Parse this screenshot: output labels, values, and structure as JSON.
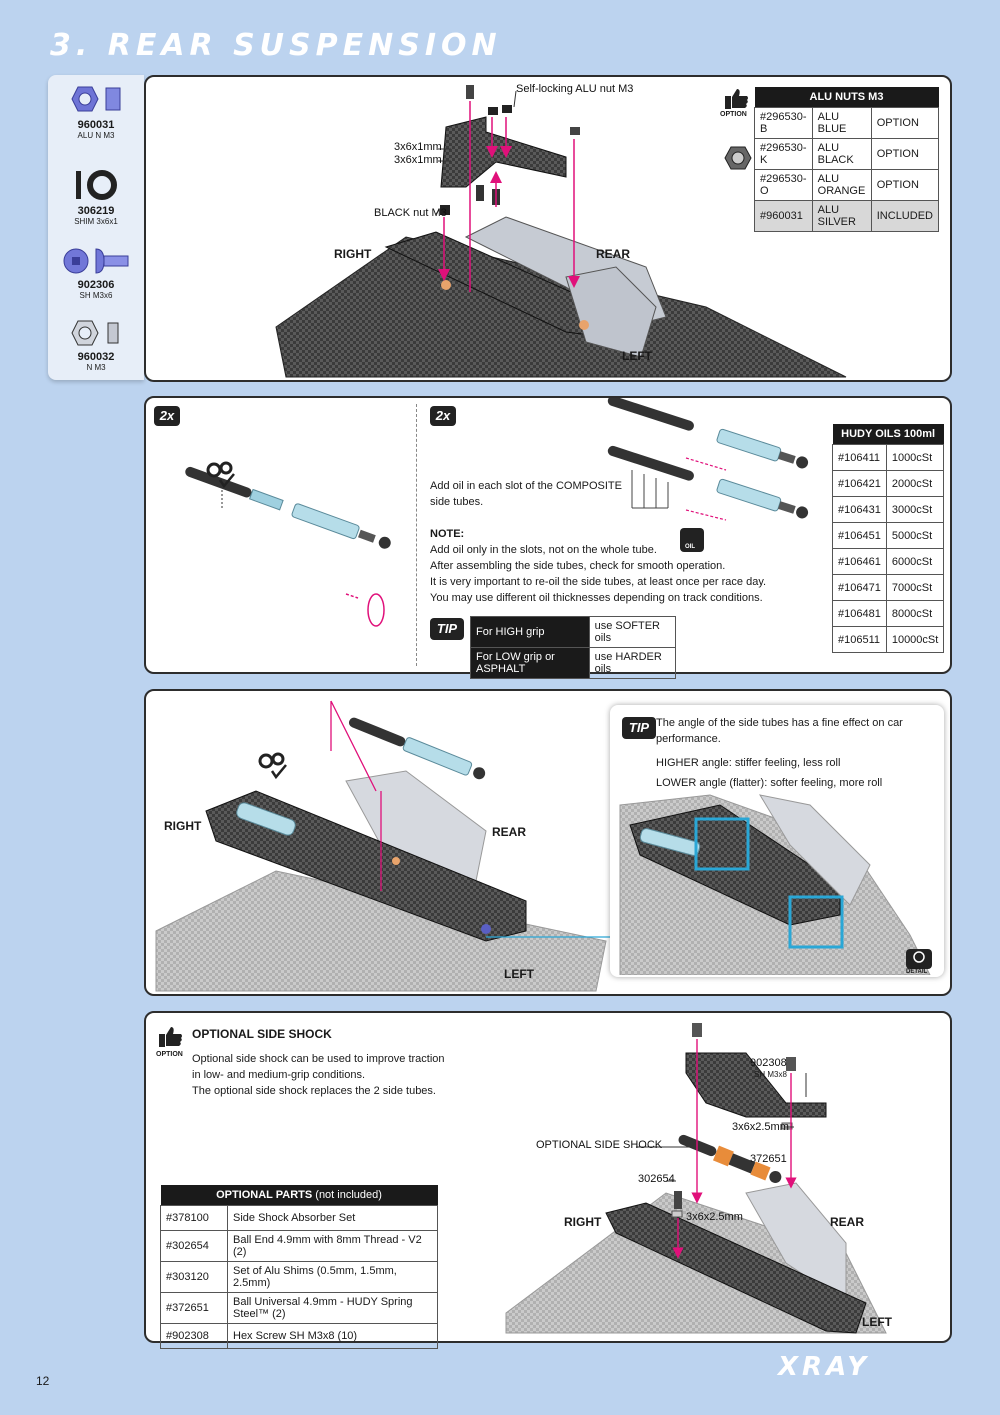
{
  "header": {
    "title": "3. REAR SUSPENSION"
  },
  "parts": [
    {
      "num": "960031",
      "name": "ALU N M3"
    },
    {
      "num": "306219",
      "name": "SHIM 3x6x1"
    },
    {
      "num": "902306",
      "name": "SH M3x6"
    },
    {
      "num": "960032",
      "name": "N M3"
    }
  ],
  "step1": {
    "label_nut": "Self-locking ALU nut M3",
    "label_shim_a": "3x6x1mm",
    "label_shim_b": "3x6x1mm",
    "label_black_nut": "BLACK nut M3",
    "right": "RIGHT",
    "rear": "REAR",
    "left": "LEFT",
    "option_word": "OPTION",
    "table": {
      "header": "ALU NUTS M3",
      "rows": [
        [
          "#296530-B",
          "ALU BLUE",
          "OPTION"
        ],
        [
          "#296530-K",
          "ALU BLACK",
          "OPTION"
        ],
        [
          "#296530-O",
          "ALU ORANGE",
          "OPTION"
        ],
        [
          "#960031",
          "ALU SILVER",
          "INCLUDED"
        ]
      ]
    }
  },
  "step2": {
    "badge_left": "2x",
    "badge_right": "2x",
    "text1": "Add oil in each slot of the COMPOSITE",
    "text2": "side tubes.",
    "note_title": "NOTE:",
    "note1": "Add oil only in the slots, not on the whole tube.",
    "note2": "After assembling the side tubes, check for smooth operation.",
    "note3": "It is very important to re-oil the side tubes, at least once per race day.",
    "note4": "You may use different oil thicknesses depending on track conditions.",
    "oil_icon_label": "OIL",
    "tip_label": "TIP",
    "tip_rows": [
      [
        "For HIGH grip",
        "use SOFTER oils"
      ],
      [
        "For LOW grip or ASPHALT",
        "use HARDER oils"
      ]
    ],
    "oils_table": {
      "header": "HUDY OILS 100ml",
      "rows": [
        [
          "#106411",
          "1000cSt"
        ],
        [
          "#106421",
          "2000cSt"
        ],
        [
          "#106431",
          "3000cSt"
        ],
        [
          "#106451",
          "5000cSt"
        ],
        [
          "#106461",
          "6000cSt"
        ],
        [
          "#106471",
          "7000cSt"
        ],
        [
          "#106481",
          "8000cSt"
        ],
        [
          "#106511",
          "10000cSt"
        ]
      ]
    }
  },
  "step3": {
    "right": "RIGHT",
    "rear": "REAR",
    "left": "LEFT",
    "tip_label": "TIP",
    "tip1": "The angle of the side tubes has a fine effect on car performance.",
    "tip2": "HIGHER angle: stiffer feeling, less roll",
    "tip3": "LOWER angle (flatter): softer feeling, more roll",
    "detail_label": "DETAIL"
  },
  "step4": {
    "option_word": "OPTION",
    "title": "OPTIONAL SIDE SHOCK",
    "desc1": "Optional side shock can be used to improve traction",
    "desc2": "in low- and medium-grip conditions.",
    "desc3": "The optional side shock replaces the 2 side tubes.",
    "lbl_902308": "902308",
    "lbl_sh": "SH M3x8",
    "lbl_shim_top": "3x6x2.5mm",
    "lbl_optional": "OPTIONAL SIDE SHOCK",
    "lbl_372651": "372651",
    "lbl_302654": "302654",
    "lbl_shim_bottom": "3x6x2.5mm",
    "right": "RIGHT",
    "rear": "REAR",
    "left": "LEFT",
    "table": {
      "header_bold": "OPTIONAL PARTS",
      "header_rest": " (not included)",
      "rows": [
        [
          "#378100",
          "Side Shock Absorber Set"
        ],
        [
          "#302654",
          "Ball End 4.9mm with 8mm Thread - V2 (2)"
        ],
        [
          "#303120",
          "Set of Alu Shims (0.5mm, 1.5mm, 2.5mm)"
        ],
        [
          "#372651",
          "Ball Universal 4.9mm - HUDY Spring Steel™ (2)"
        ],
        [
          "#902308",
          "Hex Screw SH M3x8 (10)"
        ]
      ]
    }
  },
  "footer": {
    "page": "12",
    "brand": "XRAY"
  },
  "colors": {
    "background": "#bcd3ef",
    "accent": "#e0107a",
    "blue_part": "#5a5fc4",
    "detail_frame": "#2aa7d6"
  }
}
